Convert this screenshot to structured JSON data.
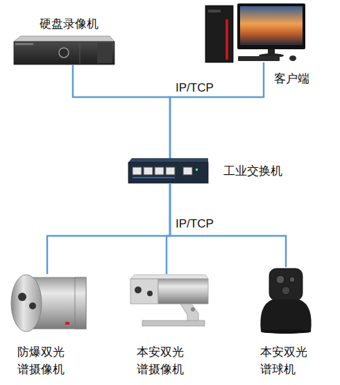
{
  "diagram": {
    "nodes": [
      {
        "text": [
          "硬盘录像机"
        ]
      },
      {
        "text": [
          "客户端"
        ]
      },
      {
        "text": [
          "工业交换机"
        ]
      },
      {
        "text": [
          "防爆双光 谱摄像机"
        ]
      },
      {
        "text": [
          "本安双光 谱摄像机"
        ]
      },
      {
        "text": [
          "本安双光 谱球机"
        ]
      }
    ],
    "edges": [
      {
        "from": 0,
        "to": 2,
        "arrow": "none",
        "label": "IP/TCP"
      },
      {
        "from": 1,
        "to": 2,
        "arrow": "none"
      },
      {
        "from": 2,
        "to": 3,
        "arrow": "none",
        "label": "IP/TCP"
      },
      {
        "from": 2,
        "to": 4,
        "arrow": "none"
      },
      {
        "from": 2,
        "to": 5,
        "arrow": "none"
      }
    ]
  }
}
